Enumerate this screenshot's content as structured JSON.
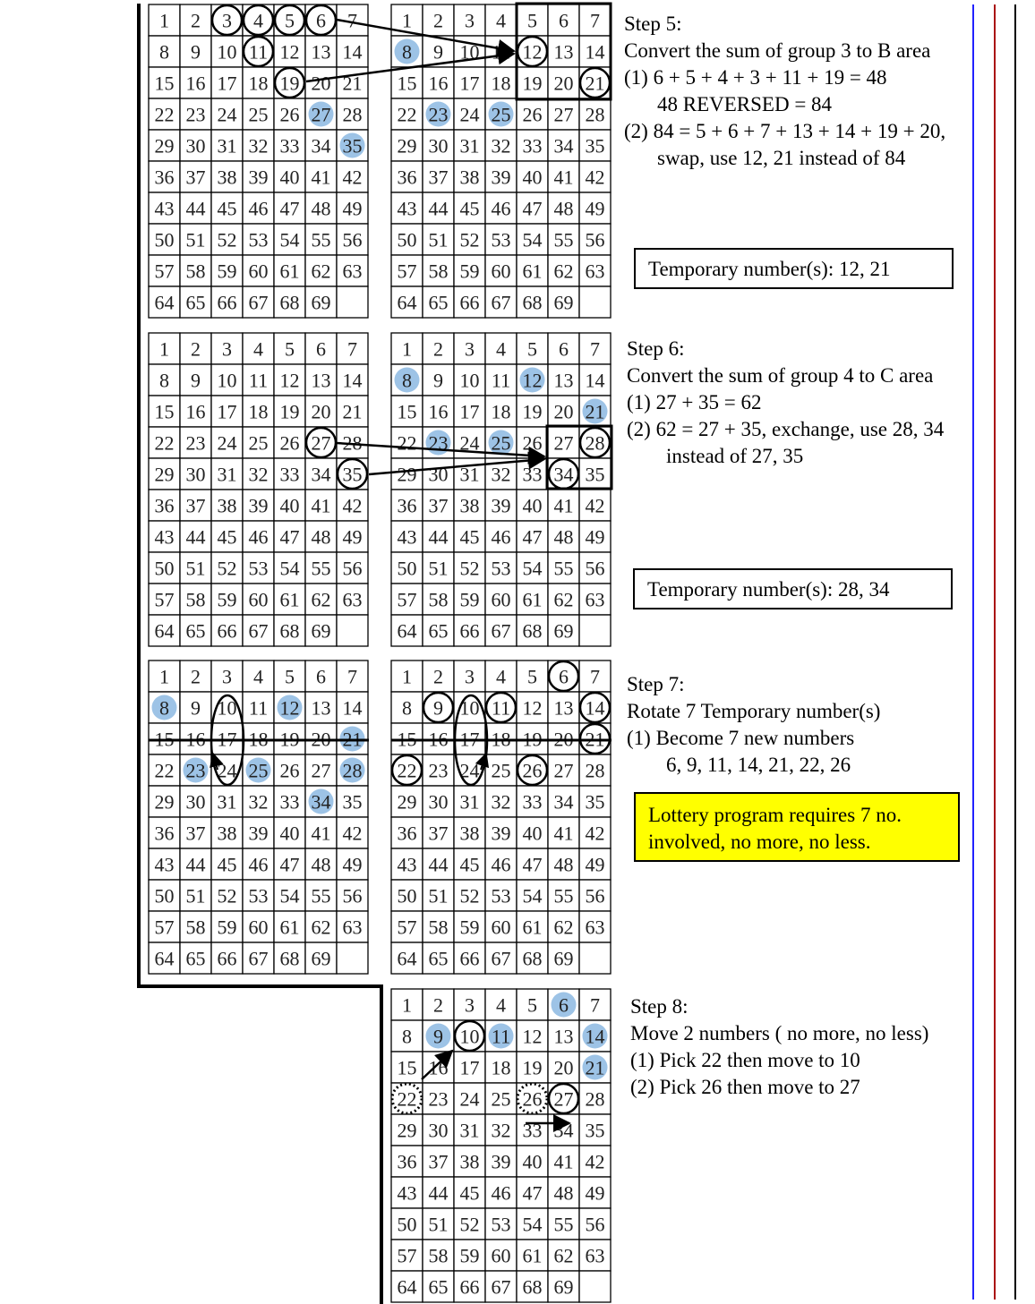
{
  "grid_last_number": 69,
  "colors": {
    "highlight": "#9dc3e6",
    "note_bg": "#ffff00",
    "rule_blue": "#2222ff",
    "rule_red": "#aa1111"
  },
  "grids": {
    "s5L": {
      "circles": [
        3,
        4,
        5,
        6,
        11,
        19
      ],
      "highlights": [
        27,
        35
      ]
    },
    "s5R": {
      "circles": [
        12,
        21
      ],
      "highlights": [
        8,
        23,
        25
      ]
    },
    "s6L": {
      "circles": [
        27,
        35
      ],
      "highlights": []
    },
    "s6R": {
      "circles": [
        28,
        34
      ],
      "highlights": [
        8,
        12,
        21,
        23,
        25
      ]
    },
    "s7L": {
      "circles": [],
      "highlights": [
        8,
        12,
        21,
        23,
        25,
        28,
        34
      ]
    },
    "s7R": {
      "circles": [
        6,
        9,
        11,
        14,
        21,
        22,
        26
      ],
      "highlights": []
    },
    "s8": {
      "circles": [
        10,
        27
      ],
      "dotted": [
        22,
        26
      ],
      "highlights": [
        6,
        9,
        11,
        14,
        21
      ]
    }
  },
  "steps": {
    "s5": {
      "title": "Step 5:",
      "l1": "Convert the sum of group 3 to B area",
      "l2": "(1) 6 + 5 + 4 + 3 + 11 + 19 = 48",
      "l3": "48 REVERSED = 84",
      "l4": "(2) 84 = 5 + 6 + 7 + 13 + 14 + 19 + 20,",
      "l5": "swap, use 12, 21 instead of 84",
      "temp": "Temporary number(s):  12, 21"
    },
    "s6": {
      "title": "Step 6:",
      "l1": "Convert the sum of group 4 to C area",
      "l2": "(1)  27 + 35 = 62",
      "l3": "(2)  62 = 27 + 35, exchange, use 28, 34",
      "l4": "instead of 27, 35",
      "temp": "Temporary number(s):  28, 34"
    },
    "s7": {
      "title": "Step 7:",
      "l1": "Rotate 7 Temporary number(s)",
      "l2": "(1)  Become 7 new numbers",
      "l3": "6, 9, 11, 14, 21, 22, 26",
      "note1": "Lottery program requires 7 no.",
      "note2": " involved, no more, no less."
    },
    "s8": {
      "title": "Step 8:",
      "l1": "Move 2 numbers ( no more, no less)",
      "l2": "(1)  Pick 22 then move to 10",
      "l3": "(2)  Pick 26 then move to 27"
    }
  }
}
